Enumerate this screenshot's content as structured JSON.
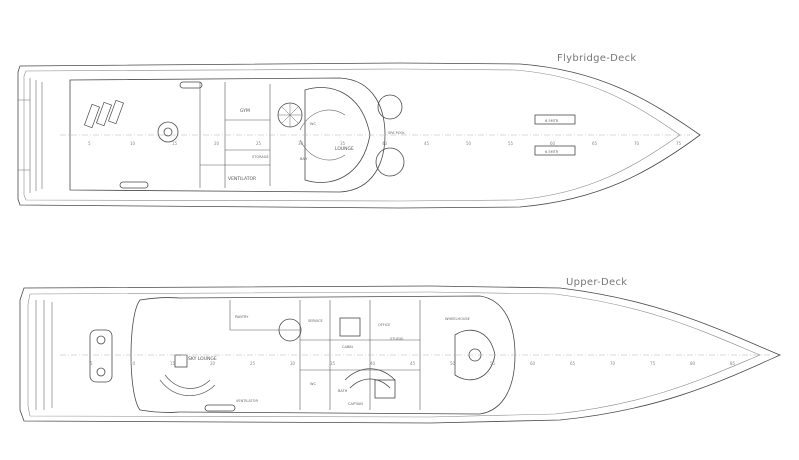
{
  "decks": {
    "flybridge": {
      "title": "Flybridge-Deck",
      "rooms": {
        "gym": "GYM",
        "lounge": "LOUNGE",
        "wc": "WC",
        "bar": "BAR",
        "storage": "STORAGE",
        "ventilator": "VENTILATOR",
        "spa_pool": "SPA POOL",
        "tender_left": "6.5MTR",
        "tender_right": "6.5MTR"
      },
      "frames": [
        "5",
        "10",
        "15",
        "20",
        "25",
        "30",
        "35",
        "40",
        "45",
        "50",
        "55",
        "60",
        "65",
        "70",
        "75"
      ]
    },
    "upper": {
      "title": "Upper-Deck",
      "rooms": {
        "sky_lounge": "SKY LOUNGE",
        "pantry": "PANTRY",
        "service": "SERVICE",
        "cabin": "CABIN",
        "bath": "BATH",
        "office": "OFFICE",
        "studio": "STUDIO",
        "captain": "CAPTAIN",
        "ventilator": "VENTILATOR",
        "wc": "WC",
        "wheelhouse": "WHEELHOUSE"
      },
      "frames": [
        "5",
        "10",
        "15",
        "20",
        "25",
        "30",
        "35",
        "40",
        "45",
        "50",
        "55",
        "60",
        "65",
        "70",
        "75",
        "80",
        "85"
      ]
    }
  },
  "colors": {
    "line": "#4a4a4a",
    "light_line": "#9a9a9a",
    "centerline": "#b0b0b0",
    "background": "#ffffff"
  }
}
